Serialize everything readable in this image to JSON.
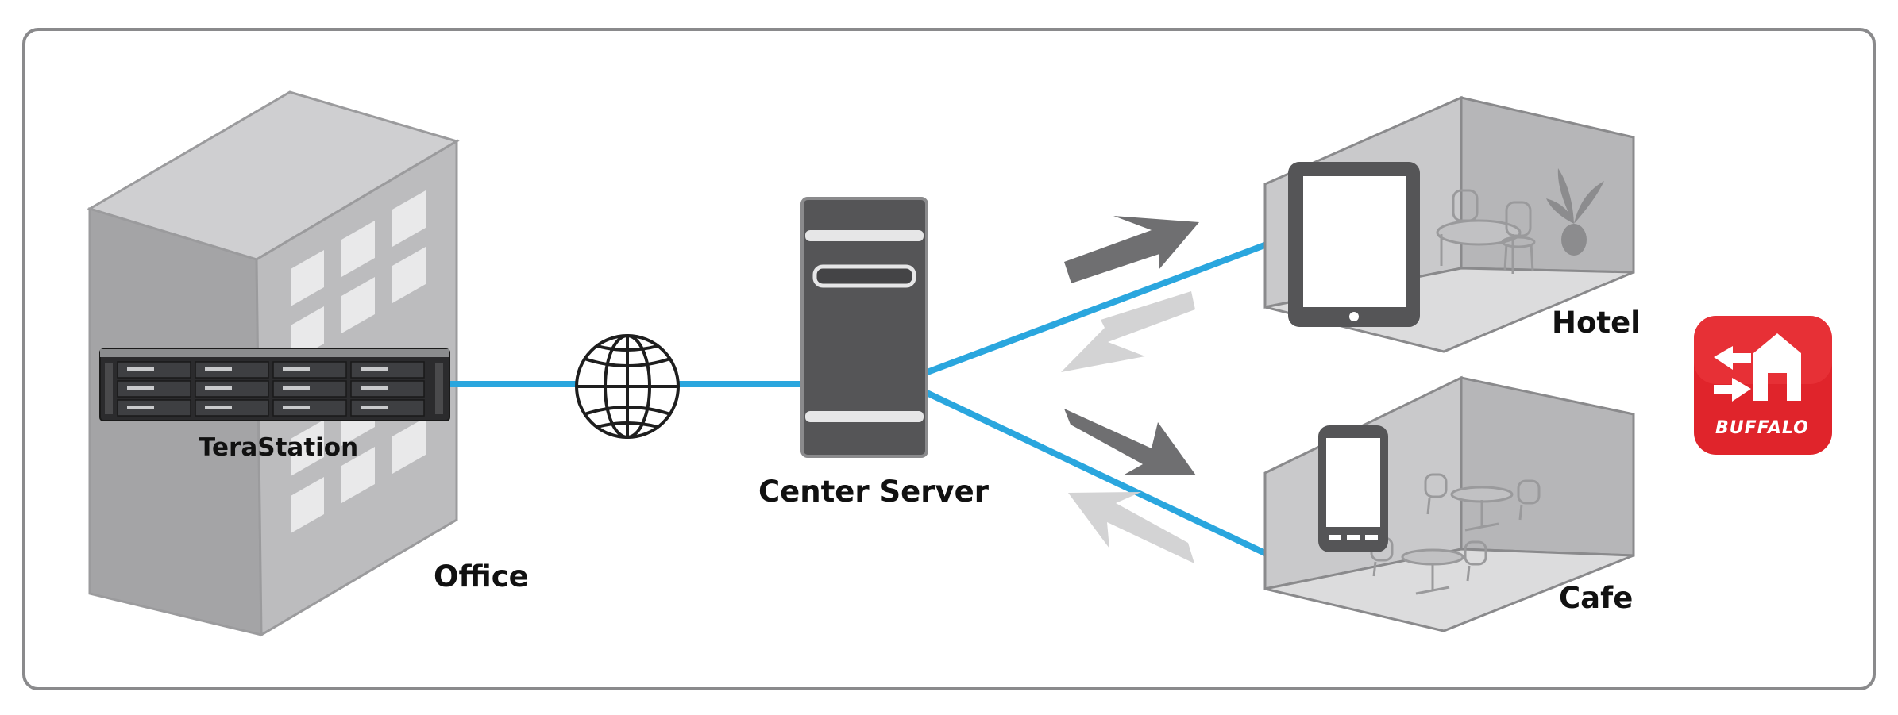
{
  "labels": {
    "terastation": "TeraStation",
    "office": "Office",
    "center_server": "Center Server",
    "hotel": "Hotel",
    "cafe": "Cafe"
  },
  "logo": {
    "text": "BUFFALO",
    "bg_color": "#e0242b"
  },
  "colors": {
    "link_line": "#2aa6de",
    "arrow_dark": "#6f6f71",
    "arrow_light": "#d3d3d4",
    "building": "#bdbdbf",
    "frame": "#8a8a8c"
  },
  "icons": [
    "globe-icon",
    "tablet-icon",
    "smartphone-icon",
    "buffalo-logo-icon",
    "nas-device-icon",
    "server-icon"
  ]
}
